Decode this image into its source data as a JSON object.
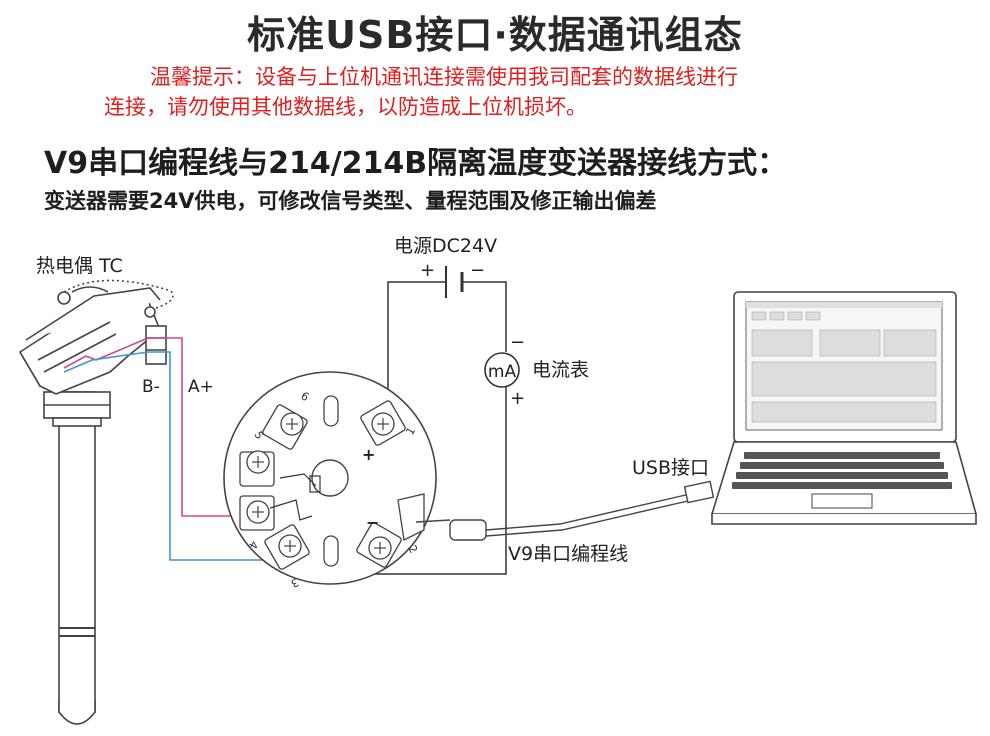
{
  "header": {
    "title": "标准USB接口·数据通讯组态",
    "notice_line1": "温馨提示：设备与上位机通讯连接需使用我司配套的数据线进行",
    "notice_line2": "连接，请勿使用其他数据线，以防造成上位机损坏。",
    "section_title": "V9串口编程线与214/214B隔离温度变送器接线方式：",
    "description": "变送器需要24V供电，可修改信号类型、量程范围及修正输出偏差"
  },
  "diagram": {
    "thermocouple_label": "热电偶 TC",
    "b_minus": "B-",
    "a_plus": "A+",
    "power_label": "电源DC24V",
    "power_plus": "+",
    "power_minus": "−",
    "ammeter_symbol": "mA",
    "ammeter_label": "电流表",
    "ammeter_minus": "−",
    "ammeter_plus": "+",
    "usb_label": "USB接口",
    "cable_label": "V9串口编程线",
    "terminals": [
      "1",
      "2",
      "3",
      "4",
      "5",
      "6"
    ],
    "terminal_plus": "+",
    "terminal_minus": "−",
    "wire_colors": {
      "pink": "#d2488a",
      "blue": "#3f97cf",
      "black": "#333333"
    }
  }
}
